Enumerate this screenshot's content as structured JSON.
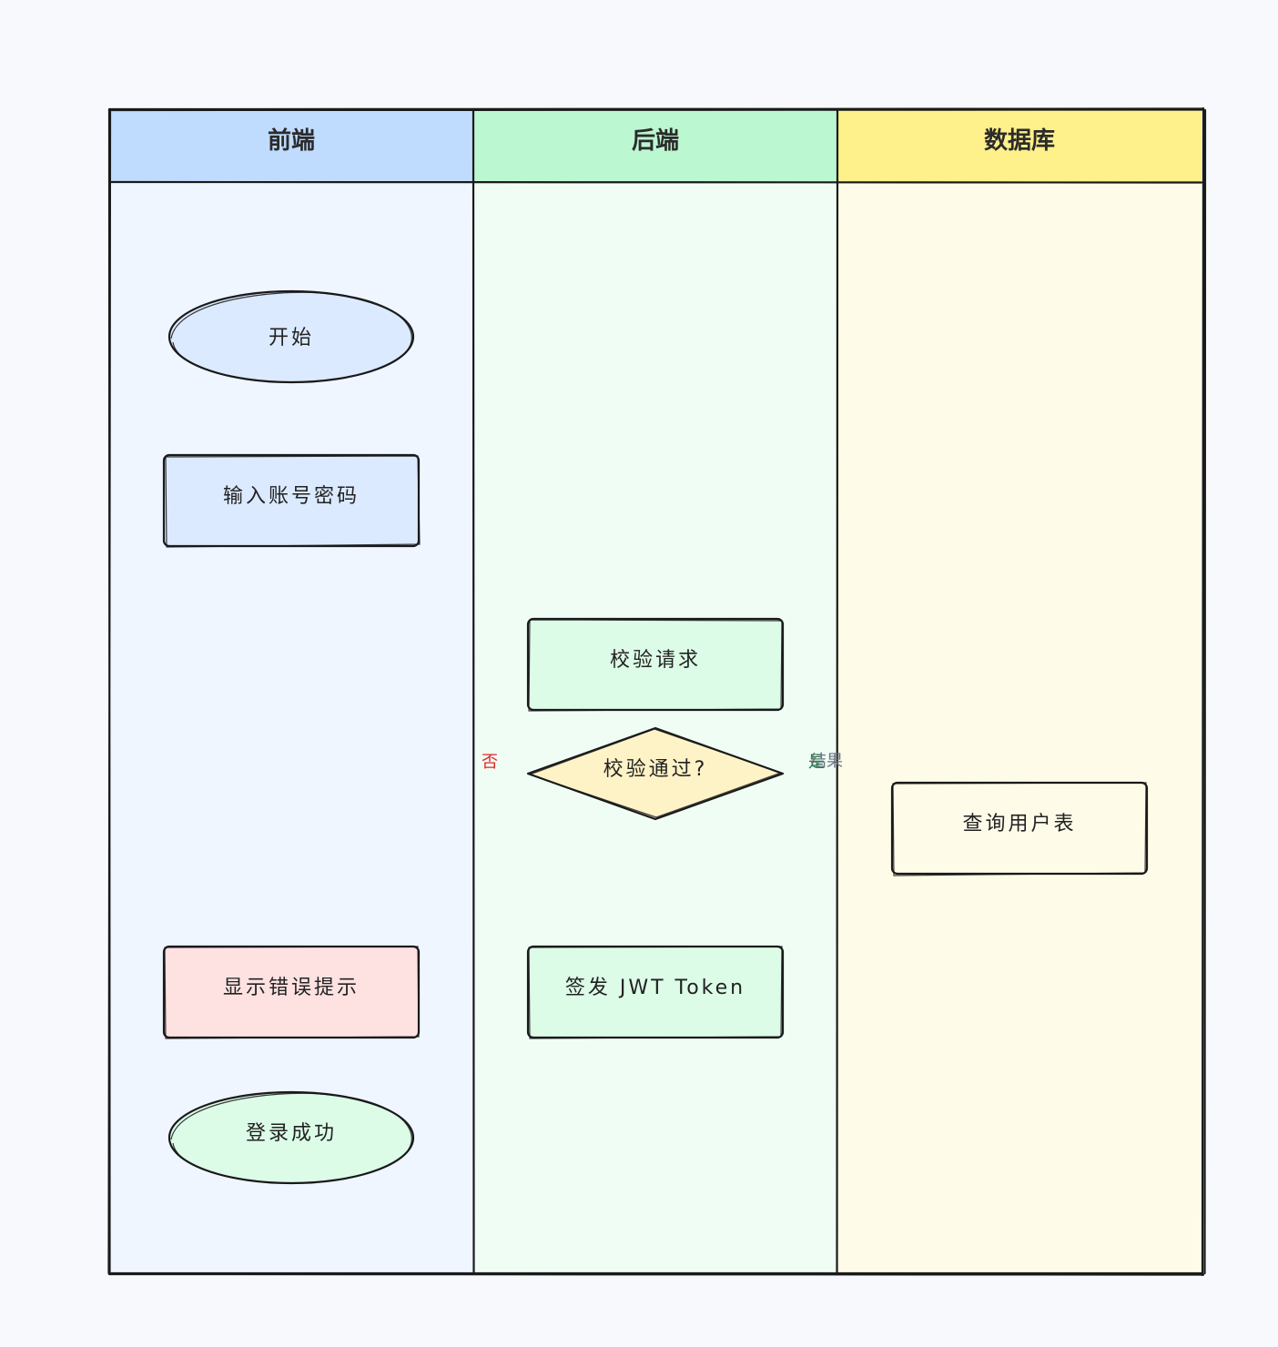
{
  "lanes": [
    {
      "title": "前端",
      "header_color": "#bfdbfe",
      "body_color": "#eff6ff"
    },
    {
      "title": "后端",
      "header_color": "#bbf7d0",
      "body_color": "#f0fdf4"
    },
    {
      "title": "数据库",
      "header_color": "#fef08a",
      "body_color": "#fefce8"
    }
  ],
  "nodes": {
    "start": {
      "label": "开始",
      "shape": "ellipse",
      "fill": "#dbeafe"
    },
    "input_credentials": {
      "label": "输入账号密码",
      "shape": "rounded-rect",
      "fill": "#dbeafe"
    },
    "validate_request": {
      "label": "校验请求",
      "shape": "rounded-rect",
      "fill": "#dcfce7"
    },
    "validation_passed": {
      "label": "校验通过?",
      "shape": "diamond",
      "fill": "#fef3c7"
    },
    "query_user_table": {
      "label": "查询用户表",
      "shape": "rounded-rect",
      "fill": "#fefce8"
    },
    "show_error": {
      "label": "显示错误提示",
      "shape": "rounded-rect",
      "fill": "#fee2e2"
    },
    "issue_jwt": {
      "label": "签发 JWT Token",
      "shape": "rounded-rect",
      "fill": "#dcfce7"
    },
    "login_success": {
      "label": "登录成功",
      "shape": "ellipse",
      "fill": "#dcfce7"
    }
  },
  "edge_labels": {
    "no": {
      "text": "否",
      "color": "#dc2626"
    },
    "yes": {
      "text": "是",
      "color": "#15803d"
    },
    "result": {
      "text": "结果",
      "color": "#6b7280"
    }
  }
}
